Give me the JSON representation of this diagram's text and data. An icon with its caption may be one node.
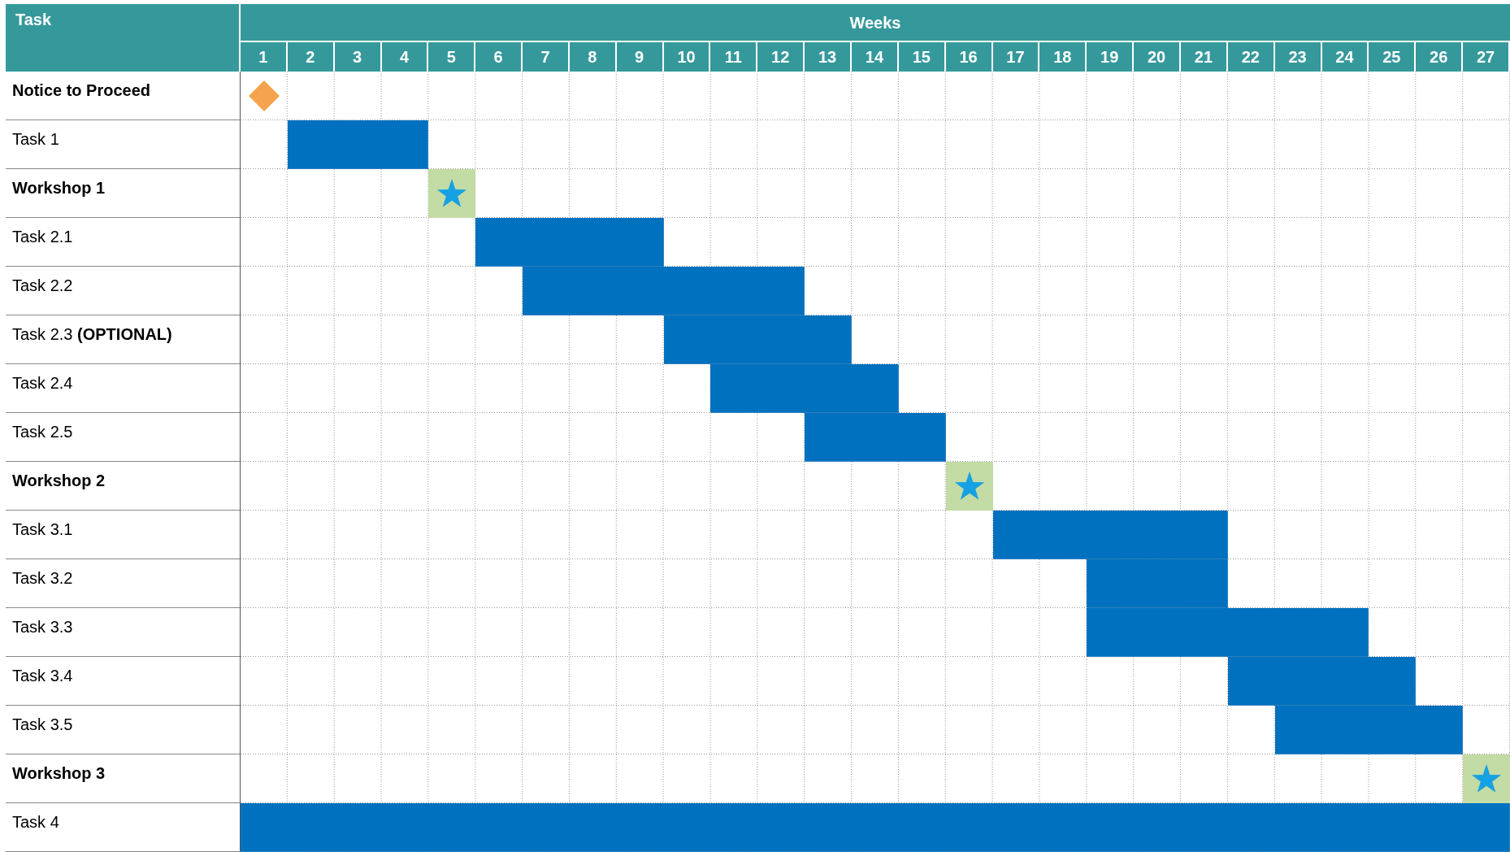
{
  "diagram": {
    "nodes": [
      {
        "text": [],
        "shape": "diamond"
      },
      {
        "text": [],
        "shape": "bar"
      },
      {
        "text": [],
        "shape": "star"
      },
      {
        "text": [],
        "shape": "bar"
      },
      {
        "text": [],
        "shape": "bar"
      },
      {
        "text": [],
        "shape": "bar"
      },
      {
        "text": [],
        "shape": "bar"
      },
      {
        "text": [],
        "shape": "bar"
      },
      {
        "text": [],
        "shape": "star"
      },
      {
        "text": [],
        "shape": "bar"
      },
      {
        "text": [],
        "shape": "bar"
      },
      {
        "text": [],
        "shape": "bar"
      },
      {
        "text": [],
        "shape": "bar"
      },
      {
        "text": [],
        "shape": "bar"
      },
      {
        "text": [],
        "shape": "star"
      },
      {
        "text": [],
        "shape": "bar"
      }
    ],
    "labels": [
      "Task",
      "Weeks",
      "1",
      "2",
      "3",
      "4",
      "5",
      "6",
      "7",
      "8",
      "9",
      "10",
      "11",
      "12",
      "13",
      "14",
      "15",
      "16",
      "17",
      "18",
      "19",
      "20",
      "21",
      "22",
      "23",
      "24",
      "25",
      "26",
      "27",
      "Notice to Proceed",
      "Task 1",
      "Workshop 1",
      "Task 2.1",
      "Task 2.2",
      "Task 2.3 **(OPTIONAL)**",
      "Task 2.4",
      "Task 2.5",
      "Workshop 2",
      "Task 3.1",
      "Task 3.2",
      "Task 3.3",
      "Task 3.4",
      "Task 3.5",
      "Workshop 3",
      "Task 4"
    ]
  }
}
